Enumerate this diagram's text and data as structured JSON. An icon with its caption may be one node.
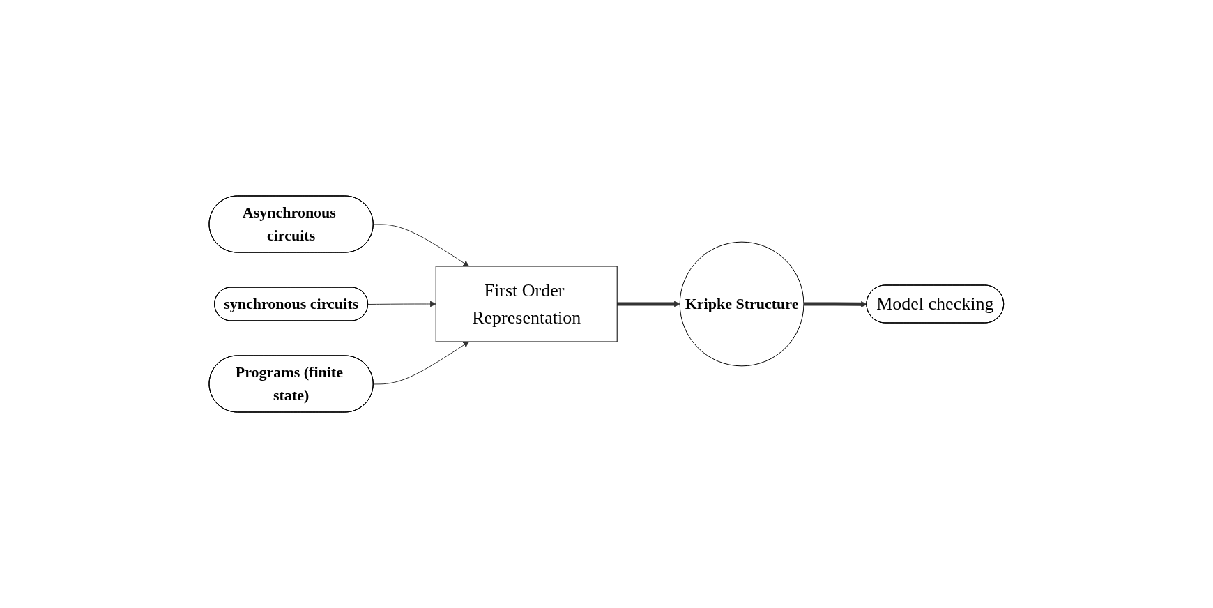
{
  "diagram": {
    "nodes": [
      {
        "text": [
          "Asynchronous circuits"
        ]
      },
      {
        "text": [
          "synchronous circuits"
        ]
      },
      {
        "text": [
          "Programs (finite state)"
        ]
      },
      {
        "text": [
          "First Order Representation"
        ]
      },
      {
        "text": [
          "Kripke Structure"
        ]
      },
      {
        "text": [
          "Model checking"
        ]
      }
    ],
    "edges": [
      {
        "from": 0,
        "to": 3,
        "arrow": "to"
      },
      {
        "from": 1,
        "to": 3,
        "arrow": "to"
      },
      {
        "from": 2,
        "to": 3,
        "arrow": "to"
      },
      {
        "from": 3,
        "to": 4,
        "arrow": "to",
        "style": "thick"
      },
      {
        "from": 4,
        "to": 5,
        "arrow": "to",
        "style": "thick"
      }
    ]
  }
}
